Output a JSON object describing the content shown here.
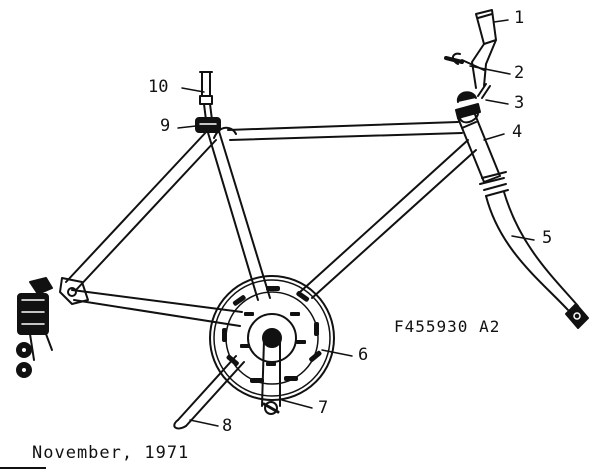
{
  "callouts": [
    "1",
    "2",
    "3",
    "4",
    "5",
    "6",
    "7",
    "8",
    "9",
    "10"
  ],
  "part_number": "F455930 A2",
  "date": "November, 1971"
}
